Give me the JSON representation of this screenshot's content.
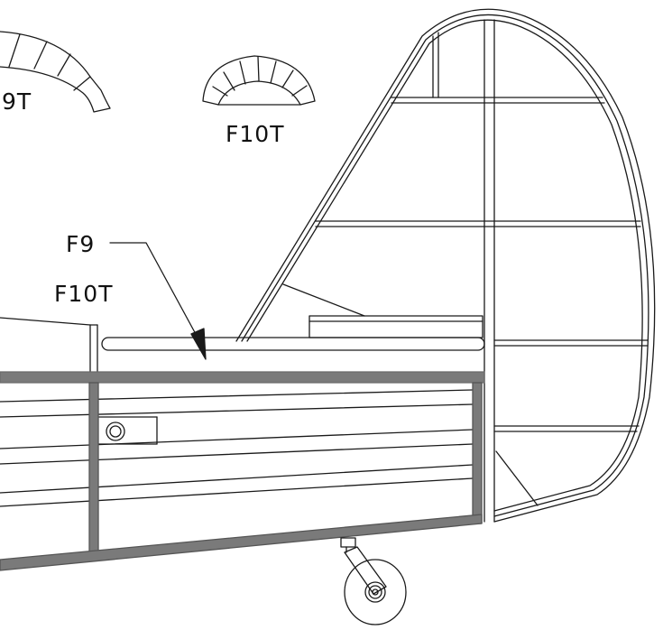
{
  "labels": {
    "former_9t_partial": "9T",
    "former_10t": "F10T",
    "former_9": "F9",
    "former_10t_side": "F10T"
  },
  "colors": {
    "line": "#1a1a1a",
    "spar": "#6b6b6b",
    "background": "#ffffff"
  }
}
